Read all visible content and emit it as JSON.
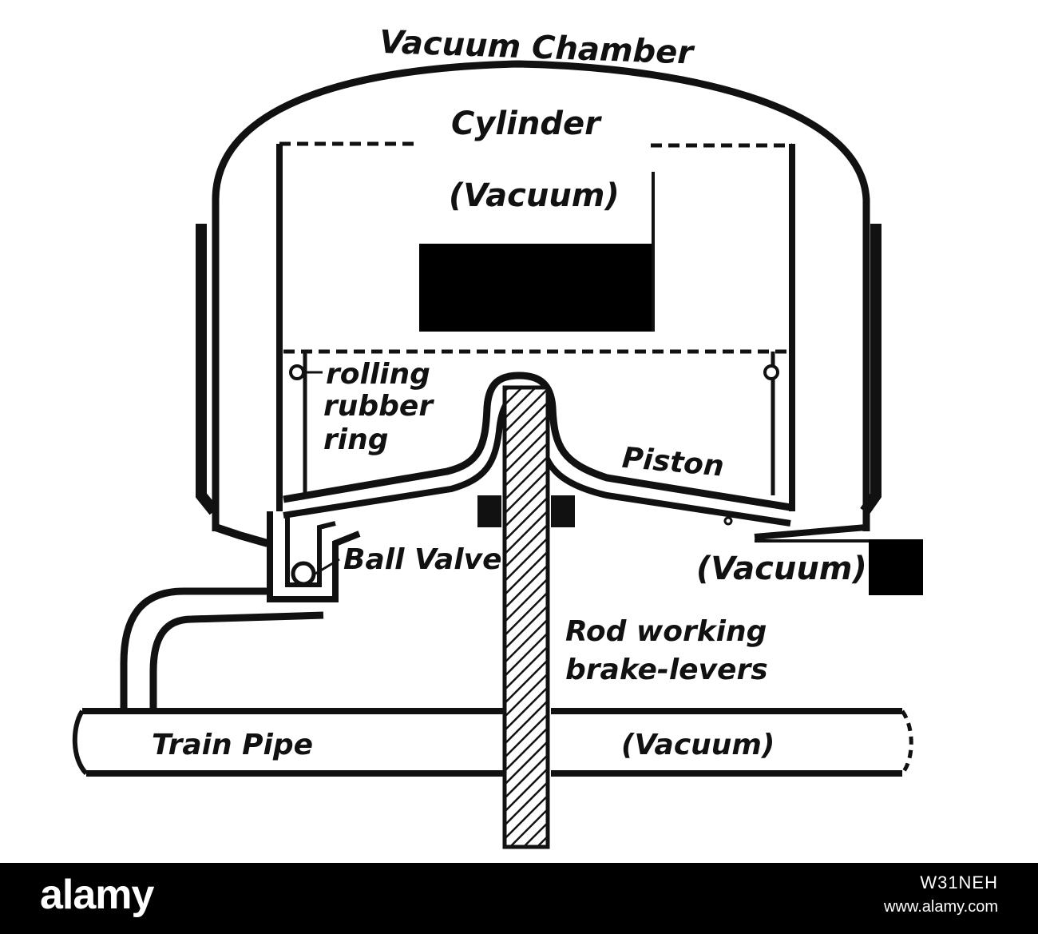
{
  "labels": {
    "vacuum_chamber": "Vacuum Chamber",
    "cylinder": "Cylinder",
    "cylinder_vacuum": "(Vacuum)",
    "rolling_ring_1": "rolling",
    "rolling_ring_2": "rubber",
    "rolling_ring_3": "ring",
    "piston": "Piston",
    "ball_valve": "Ball Valve",
    "chamber_vacuum": "(Vacuum)",
    "rod_1": "Rod working",
    "rod_2": "brake-levers",
    "train_pipe": "Train Pipe",
    "pipe_vacuum": "(Vacuum)"
  },
  "footer": {
    "wordmark": "alamy",
    "image_id": "W31NEH",
    "site": "www.alamy.com"
  },
  "colors": {
    "ink": "#111111",
    "background": "#ffffff",
    "footer": "#000000"
  }
}
